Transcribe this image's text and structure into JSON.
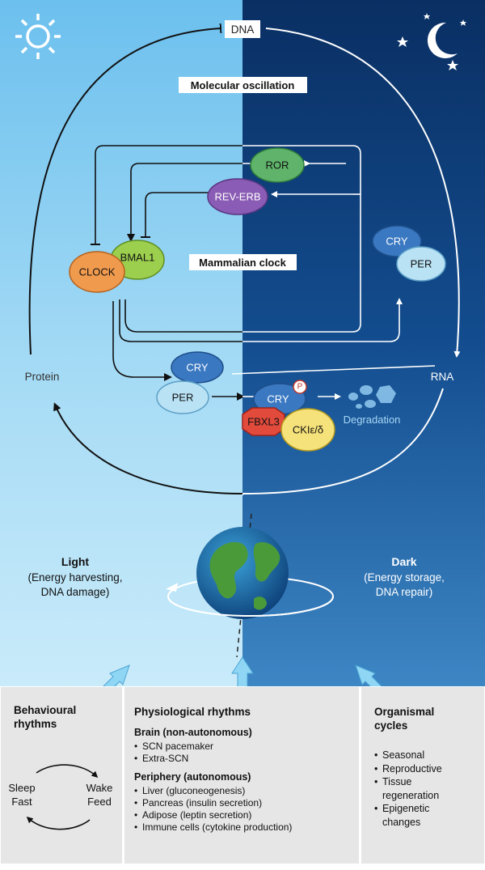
{
  "diagram": {
    "top_label": "DNA",
    "section_title": "Molecular oscillation",
    "center_title": "Mammalian clock",
    "left_label": "Protein",
    "right_label": "RNA",
    "degradation_label": "Degradation",
    "nodes": {
      "ror": "ROR",
      "rev_erb": "REV-ERB",
      "bmal1": "BMAL1",
      "clock": "CLOCK",
      "cry_right": "CRY",
      "per_right": "PER",
      "cry_bottom": "CRY",
      "per_bottom": "PER",
      "cry_phos": "CRY",
      "phospho": "P",
      "fbxl3": "FBXL3",
      "ckie": "CKIε/δ"
    },
    "light": {
      "title": "Light",
      "line1": "(Energy harvesting,",
      "line2": "DNA damage)"
    },
    "dark": {
      "title": "Dark",
      "line1": "(Energy storage,",
      "line2": "DNA repair)"
    },
    "colors": {
      "day": "#8fd0f2",
      "night": "#0b3d78",
      "ror": "#5fb36a",
      "rev_erb": "#8a5cb5",
      "bmal1": "#9ccf4e",
      "clock": "#f09a4e",
      "cry": "#3a78c2",
      "per": "#b9e2f5",
      "fbxl3": "#e24a3c",
      "ckie": "#f6e27a"
    }
  },
  "panels": {
    "behavioural": {
      "title_line1": "Behavioural",
      "title_line2": "rhythms",
      "sleep": "Sleep",
      "fast": "Fast",
      "wake": "Wake",
      "feed": "Feed"
    },
    "physiological": {
      "title": "Physiological rhythms",
      "brain_title": "Brain (non-autonomous)",
      "brain_items": [
        "SCN pacemaker",
        "Extra-SCN"
      ],
      "periphery_title": "Periphery (autonomous)",
      "periphery_items": [
        "Liver (gluconeogenesis)",
        "Pancreas (insulin secretion)",
        "Adipose (leptin secretion)",
        "Immune cells (cytokine production)"
      ]
    },
    "organismal": {
      "title_line1": "Organismal",
      "title_line2": "cycles",
      "items": [
        "Seasonal",
        "Reproductive",
        "Tissue",
        "Epigenetic"
      ],
      "items_cont": [
        "regeneration",
        "changes"
      ]
    }
  }
}
